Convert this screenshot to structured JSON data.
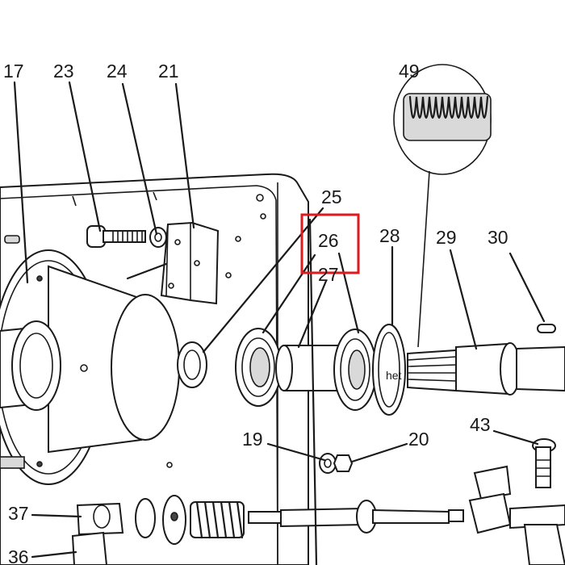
{
  "diagram": {
    "highlight_color": "#e0191c",
    "line_color": "#1a1a1a",
    "background": "#ffffff",
    "highlighted_label": "26",
    "labels": {
      "l17": "17",
      "l23": "23",
      "l24": "24",
      "l21": "21",
      "l49": "49",
      "l25": "25",
      "l26": "26",
      "l27": "27",
      "l28": "28",
      "l29": "29",
      "l30": "30",
      "l19": "19",
      "l20": "20",
      "l43": "43",
      "l37": "37",
      "l36": "36"
    }
  }
}
